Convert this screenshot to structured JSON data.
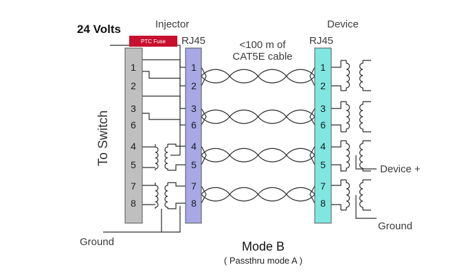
{
  "labels": {
    "voltage": "24 Volts",
    "injector": "Injector",
    "device": "Device",
    "rj45_left": "RJ45",
    "rj45_right": "RJ45",
    "cable_line1": "<100 m of",
    "cable_line2": "CAT5E cable",
    "fuse": "PTC Fuse",
    "to_switch": "To Switch",
    "ground_left": "Ground",
    "ground_right": "Ground",
    "device_plus": "Device +",
    "mode": "Mode B",
    "mode_sub": "( Passthru mode A )"
  },
  "pins": [
    "1",
    "2",
    "3",
    "6",
    "4",
    "5",
    "7",
    "8"
  ],
  "colors": {
    "switch_block": "#bfbfbf",
    "injector_block": "#a8a8e6",
    "device_block": "#7fe6e0",
    "fuse": "#c8102e",
    "wire": "#2a2a2a"
  }
}
